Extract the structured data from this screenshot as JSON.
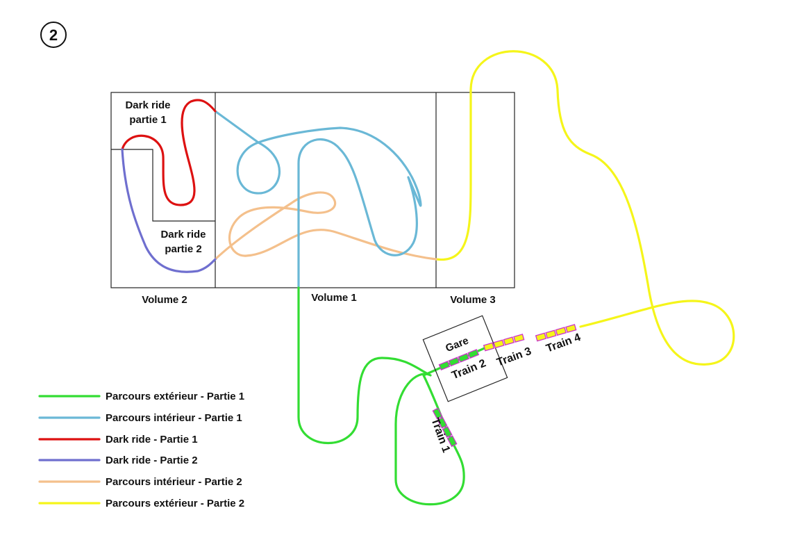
{
  "diagram_number": "2",
  "colors": {
    "exterior_part1": "#33dd33",
    "interior_part1": "#6ab8d6",
    "darkride_part1": "#dd1111",
    "darkride_part2": "#6f6fcf",
    "interior_part2": "#f4c08c",
    "exterior_part2": "#f5f51a",
    "car_outline": "#cc33cc"
  },
  "areas": {
    "dark_ride_1": [
      "Dark ride",
      "partie 1"
    ],
    "dark_ride_2": [
      "Dark ride",
      "partie 2"
    ],
    "volume_2": "Volume 2",
    "volume_1": "Volume 1",
    "volume_3": "Volume 3",
    "station": "Gare"
  },
  "trains": {
    "train_1": "Train 1",
    "train_2": "Train 2",
    "train_3": "Train 3",
    "train_4": "Train 4"
  },
  "legend": [
    {
      "label": "Parcours extérieur - Partie 1",
      "color": "#33dd33"
    },
    {
      "label": "Parcours intérieur - Partie 1",
      "color": "#6ab8d6"
    },
    {
      "label": "Dark ride - Partie 1",
      "color": "#dd1111"
    },
    {
      "label": "Dark ride - Partie 2",
      "color": "#6f6fcf"
    },
    {
      "label": "Parcours intérieur - Partie 2",
      "color": "#f4c08c"
    },
    {
      "label": "Parcours extérieur - Partie 2",
      "color": "#f5f51a"
    }
  ]
}
